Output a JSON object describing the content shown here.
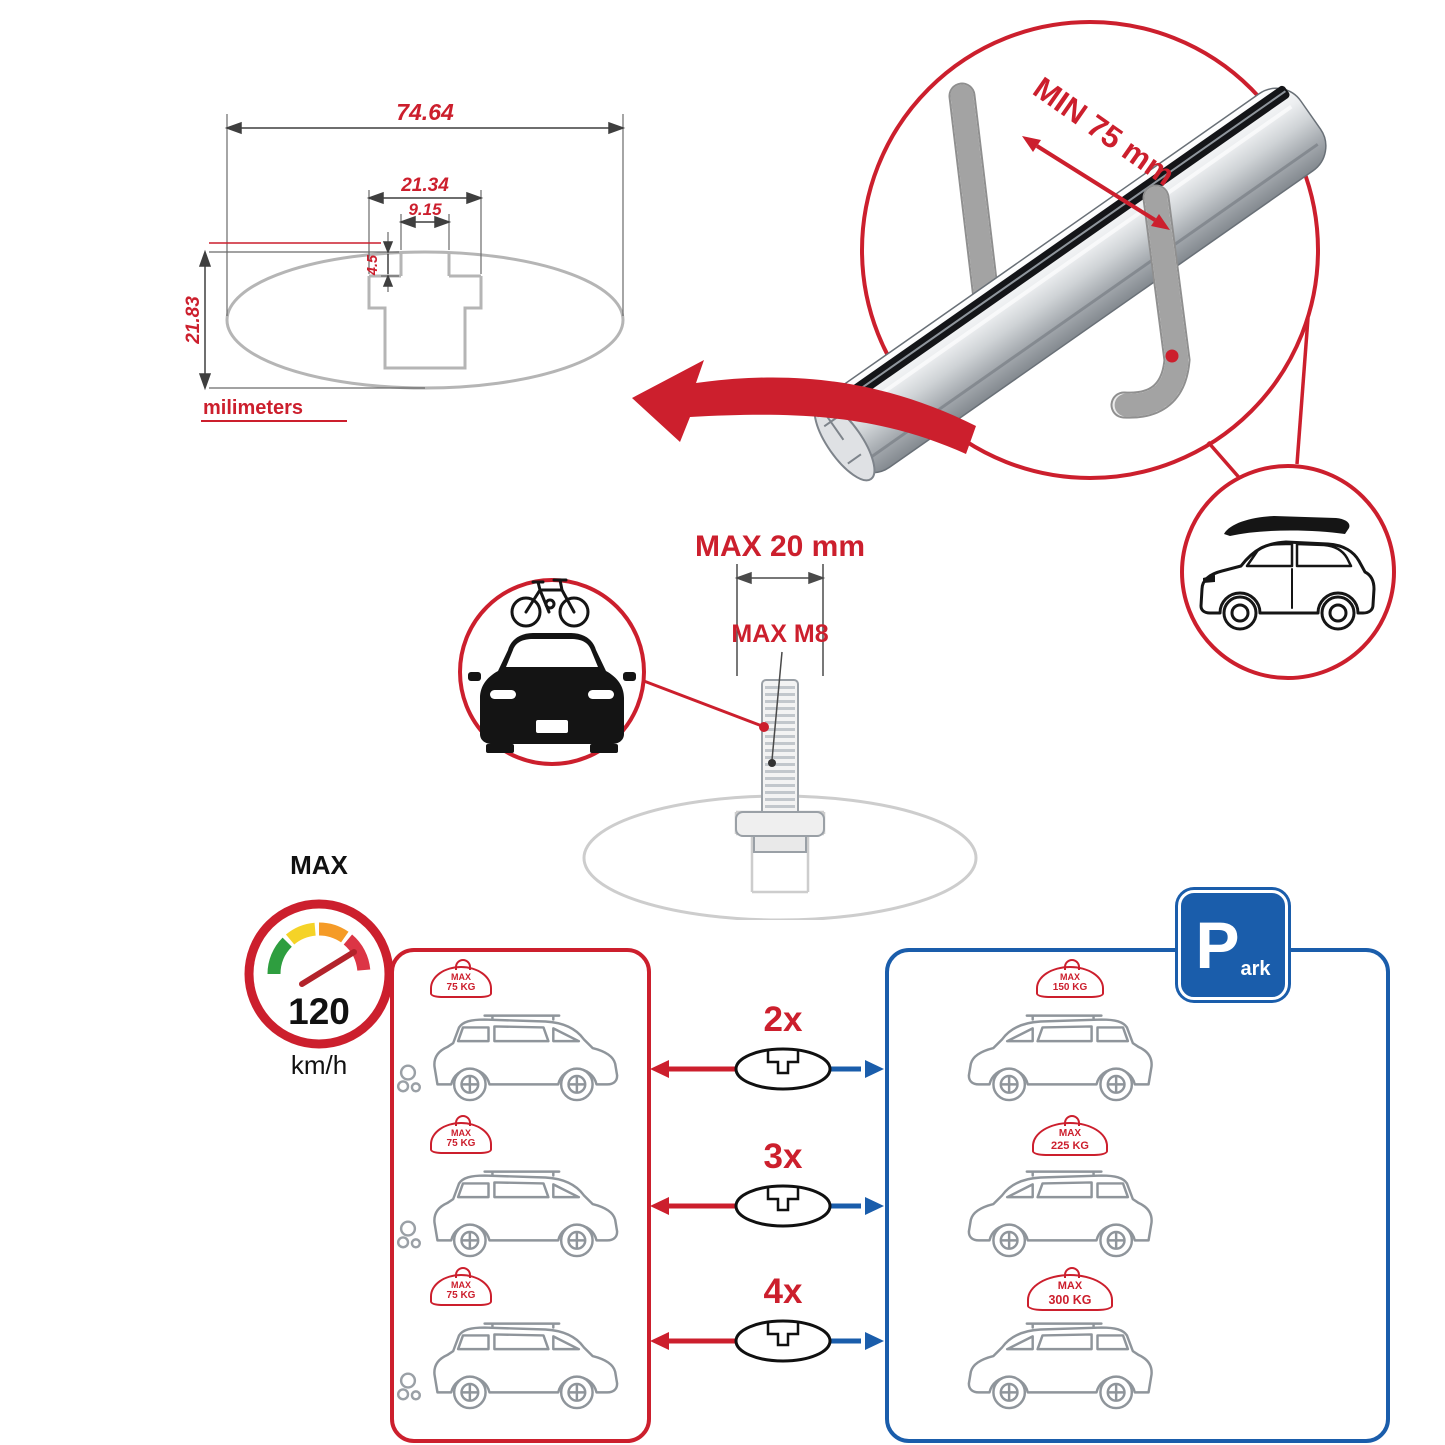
{
  "colors": {
    "accent_red": "#cc1f2d",
    "accent_blue": "#1a5dab",
    "metal_gray": "#c3c7cb",
    "line_gray": "#9aa0a6",
    "gauge_segments": [
      "#2e9e3f",
      "#f5d327",
      "#f59b27",
      "#dc3545"
    ]
  },
  "profile_dimensions": {
    "total_width": "74.64",
    "slot_outer_width": "21.34",
    "slot_inner_width": "9.15",
    "lip_depth": "4.5",
    "total_height": "21.83",
    "units_label": "milimeters"
  },
  "clamp_section": {
    "min_clearance_label": "MIN 75 mm"
  },
  "bolt_section": {
    "max_width_label": "MAX 20 mm",
    "max_thread_label": "MAX M8"
  },
  "speed_limit": {
    "title": "MAX",
    "value": "120",
    "unit": "km/h"
  },
  "parking_sign": {
    "letter": "P",
    "suffix": "ark"
  },
  "bar_counts": [
    {
      "label": "2x"
    },
    {
      "label": "3x"
    },
    {
      "label": "4x"
    }
  ],
  "driving_loads": [
    {
      "max": "MAX",
      "weight": "75 KG"
    },
    {
      "max": "MAX",
      "weight": "75 KG"
    },
    {
      "max": "MAX",
      "weight": "75 KG"
    }
  ],
  "parked_loads": [
    {
      "max": "MAX",
      "weight": "150 KG"
    },
    {
      "max": "MAX",
      "weight": "225 KG"
    },
    {
      "max": "MAX",
      "weight": "300 KG"
    }
  ]
}
